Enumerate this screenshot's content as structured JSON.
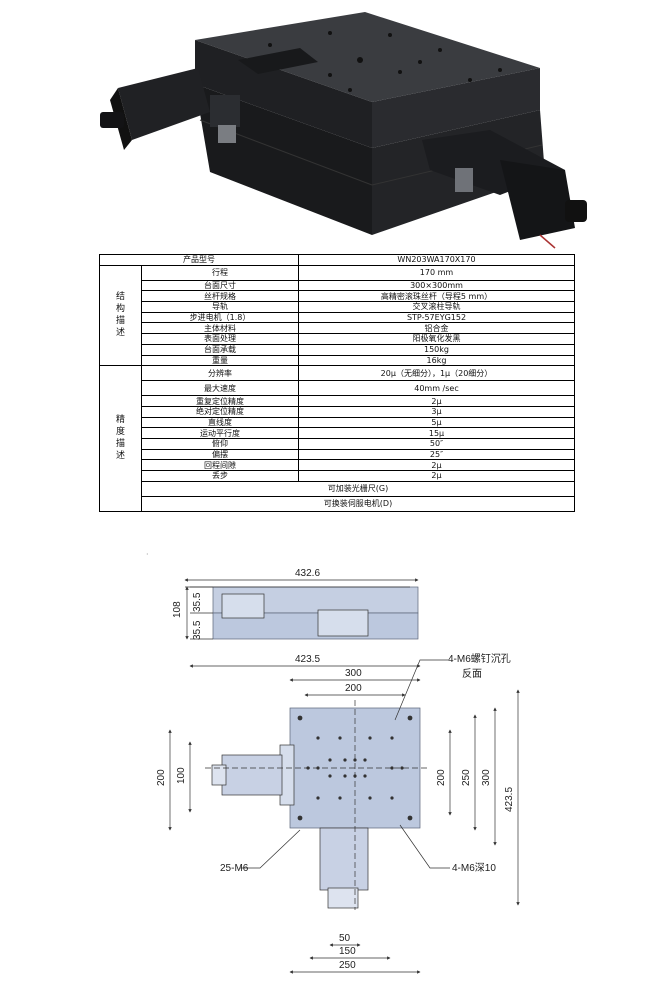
{
  "spec_table": {
    "header": {
      "label": "产品型号",
      "value": "WN203WA170X170"
    },
    "groups": [
      {
        "name": "结构描述",
        "rows": [
          {
            "label": "行程",
            "value": "170 mm"
          },
          {
            "label": "台面尺寸",
            "value": "300×300mm"
          },
          {
            "label": "丝杆规格",
            "value": "高精密滚珠丝杆（导程5 mm）"
          },
          {
            "label": "导轨",
            "value": "交叉滚柱导轨"
          },
          {
            "label": "步进电机（1.8）",
            "value": "STP-57EYG152"
          },
          {
            "label": "主体材料",
            "value": "铝合金"
          },
          {
            "label": "表面处理",
            "value": "阳极氧化发黑"
          },
          {
            "label": "台面承载",
            "value": "150kg"
          },
          {
            "label": "重量",
            "value": "16kg"
          }
        ]
      },
      {
        "name": "精度描述",
        "rows": [
          {
            "label": "分辨率",
            "value": "20μ（无细分），1μ（20细分）"
          },
          {
            "label": "最大速度",
            "value": "40mm /sec"
          },
          {
            "label": "重复定位精度",
            "value": "2μ"
          },
          {
            "label": "绝对定位精度",
            "value": "3μ"
          },
          {
            "label": "直线度",
            "value": "5μ"
          },
          {
            "label": "运动平行度",
            "value": "15μ"
          },
          {
            "label": "俯仰",
            "value": "50″"
          },
          {
            "label": "偏摆",
            "value": "25″"
          },
          {
            "label": "回程间隙",
            "value": "2μ"
          },
          {
            "label": "丢步",
            "value": "2μ"
          }
        ]
      }
    ],
    "note1": "可加装光栅尺(G)",
    "note2": "可换装伺服电机(D)"
  },
  "stray_mark": "·",
  "drawing": {
    "dim_top_width": "432.6",
    "dim_side_108": "108",
    "dim_side_355a": "35.5",
    "dim_side_355b": "35.5",
    "dim_overall": "423.5",
    "dim_300_top": "300",
    "dim_200_top": "200",
    "dim_200_left": "200",
    "dim_100_left": "100",
    "dim_200_right": "200",
    "dim_250_right": "250",
    "dim_300_right": "300",
    "dim_4235_right": "423.5",
    "dim_50_bottom": "50",
    "dim_150_bottom": "150",
    "dim_250_bottom": "250",
    "callout_counterbore": "4-M6螺钉沉孔",
    "callout_reverse": "反面",
    "callout_25m6": "25-M6",
    "callout_depth": "4-M6深10"
  },
  "colors": {
    "plate": "#bcc8de",
    "plate_stroke": "#5a6478",
    "photo_body": "#2a2c30"
  }
}
